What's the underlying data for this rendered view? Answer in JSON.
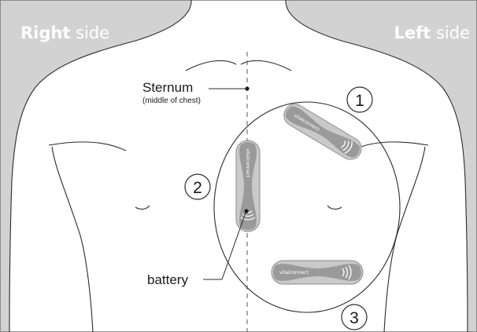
{
  "header": {
    "right_strong": "Right",
    "right_rest": " side",
    "left_strong": "Left",
    "left_rest": " side"
  },
  "labels": {
    "sternum": "Sternum",
    "sternum_note": "(middle of chest)",
    "battery": "battery"
  },
  "markers": [
    "1",
    "2",
    "3"
  ],
  "device_brand": "vitalconnect",
  "colors": {
    "background": "#d2d2d2",
    "skin": "#ffffff",
    "patch_outer": "#c9c9c9",
    "patch_inner": "#9a9a9a",
    "outline": "#2b2b2b"
  }
}
